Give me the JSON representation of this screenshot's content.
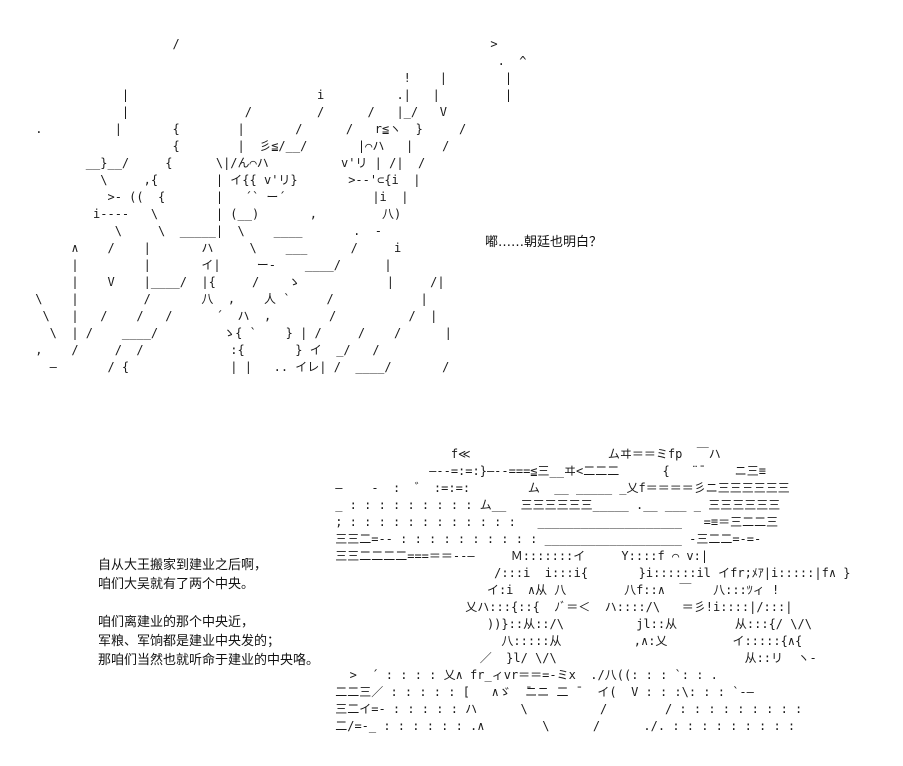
{
  "top_speech": "嘟……朝廷也明白？",
  "bottom_speech": [
    "自从大王搬家到建业之后啊，",
    "咱们大吴就有了两个中央。",
    "",
    "咱们离建业的那个中央近，",
    "军粮、军饷都是建业中央发的；",
    "那咱们当然也就听命于建业的中央咯。"
  ],
  "art_top": [
    "                    /                                           >",
    "                                                                 .  ^",
    "                                                    !    |        |",
    "             |                          i          .|   |         |",
    "             |                /         /      /   |_/   V",
    " .          |       {        |       /      /   r≦ヽ  }     /",
    "                    {        |  彡≦/__/       |⌒ハ   |    /",
    "        __}__/     {      \\|/ん⌒ハ          v'リ | /|  /",
    "          \\     ,{        | イ{{ v'リ}       >-‐'⊂{i  |",
    "           >- ((  {       |   ´` ー´            |i  |",
    "         i----   \\        | (__)       ,         八)",
    "            \\     \\  _____|  \\    ____       .  -",
    "      ∧    /    |       ハ     \\    ___      /     i",
    "      |         |       イ|     ー-    ____/      |",
    "      |    V    |____/  |{     /    ゝ            |     /|",
    " \\    |         /       八  ,    人 `     /            |",
    "  \\   |   /    /   /      ´  ハ  ,        /          /  |",
    "   \\  | /    ____/         ゝ{ `    } | /     /    /      |",
    " ,    /     /  /            :{       } イ  _/   /",
    "   ―       / {              | |   .. イレ| /  ____/       /"
  ],
  "art_bottom": [
    "                 f≪                   ムヰ＝＝ミfp  ￣ハ",
    "              ―--=:=:}―--===≦三__ヰ<二二二      {   ¨¯    ニ三≡",
    " ―    -  :  ゛ :=:=:        ム  __ _____ _乂f＝＝＝＝彡ニ三三三三三三",
    " _ : : : : : : : : : ム__  三三三三三三_____ .__ ___ _ 三三三三三三",
    " ; : : : : : : : : : : : :   ____________________   =≡＝三二二三",
    " 三三二=-- : : : : : : : : : : ___________________ -三二二=-=-",
    " 三三二二二二===＝＝--―     Ｍ:::::::イ     Y::::f ⌒ v:|",
    "                       /:::i  i:::i{       }i::::::il イfr;ﾒｱ|i:::::|f∧ }",
    "                      イ:i  ∧从 八        八f::∧  ￣   八:::ﾂィ !",
    "                   乂ハ:::{::{  ﾉﾞ＝＜  ハ::::/\\   ＝彡!i::::|/:::|",
    "                      ))}::从::/\\          jl::从        从:::{/ \\/\\",
    "                        八:::::从          ,∧:乂         イ:::::{∧{",
    "                     ／  }l/ \\/\\                          从::リ  ヽ-",
    "   >  ´ : : : : 乂∧ fr_ィvr＝＝=-ミx  ./八((: : : `: : .",
    " 二二三／ : : : : : [   ∧ゞ  ̄ニニ 二 ̄   イ(  V : : :\\: : : `-―",
    " 三二イ=- : : : : : ハ      \\          /        / : : : : : : : : :",
    " 二/=-_ : : : : : : .∧        \\      /      ./. : : : : : : : : :"
  ]
}
